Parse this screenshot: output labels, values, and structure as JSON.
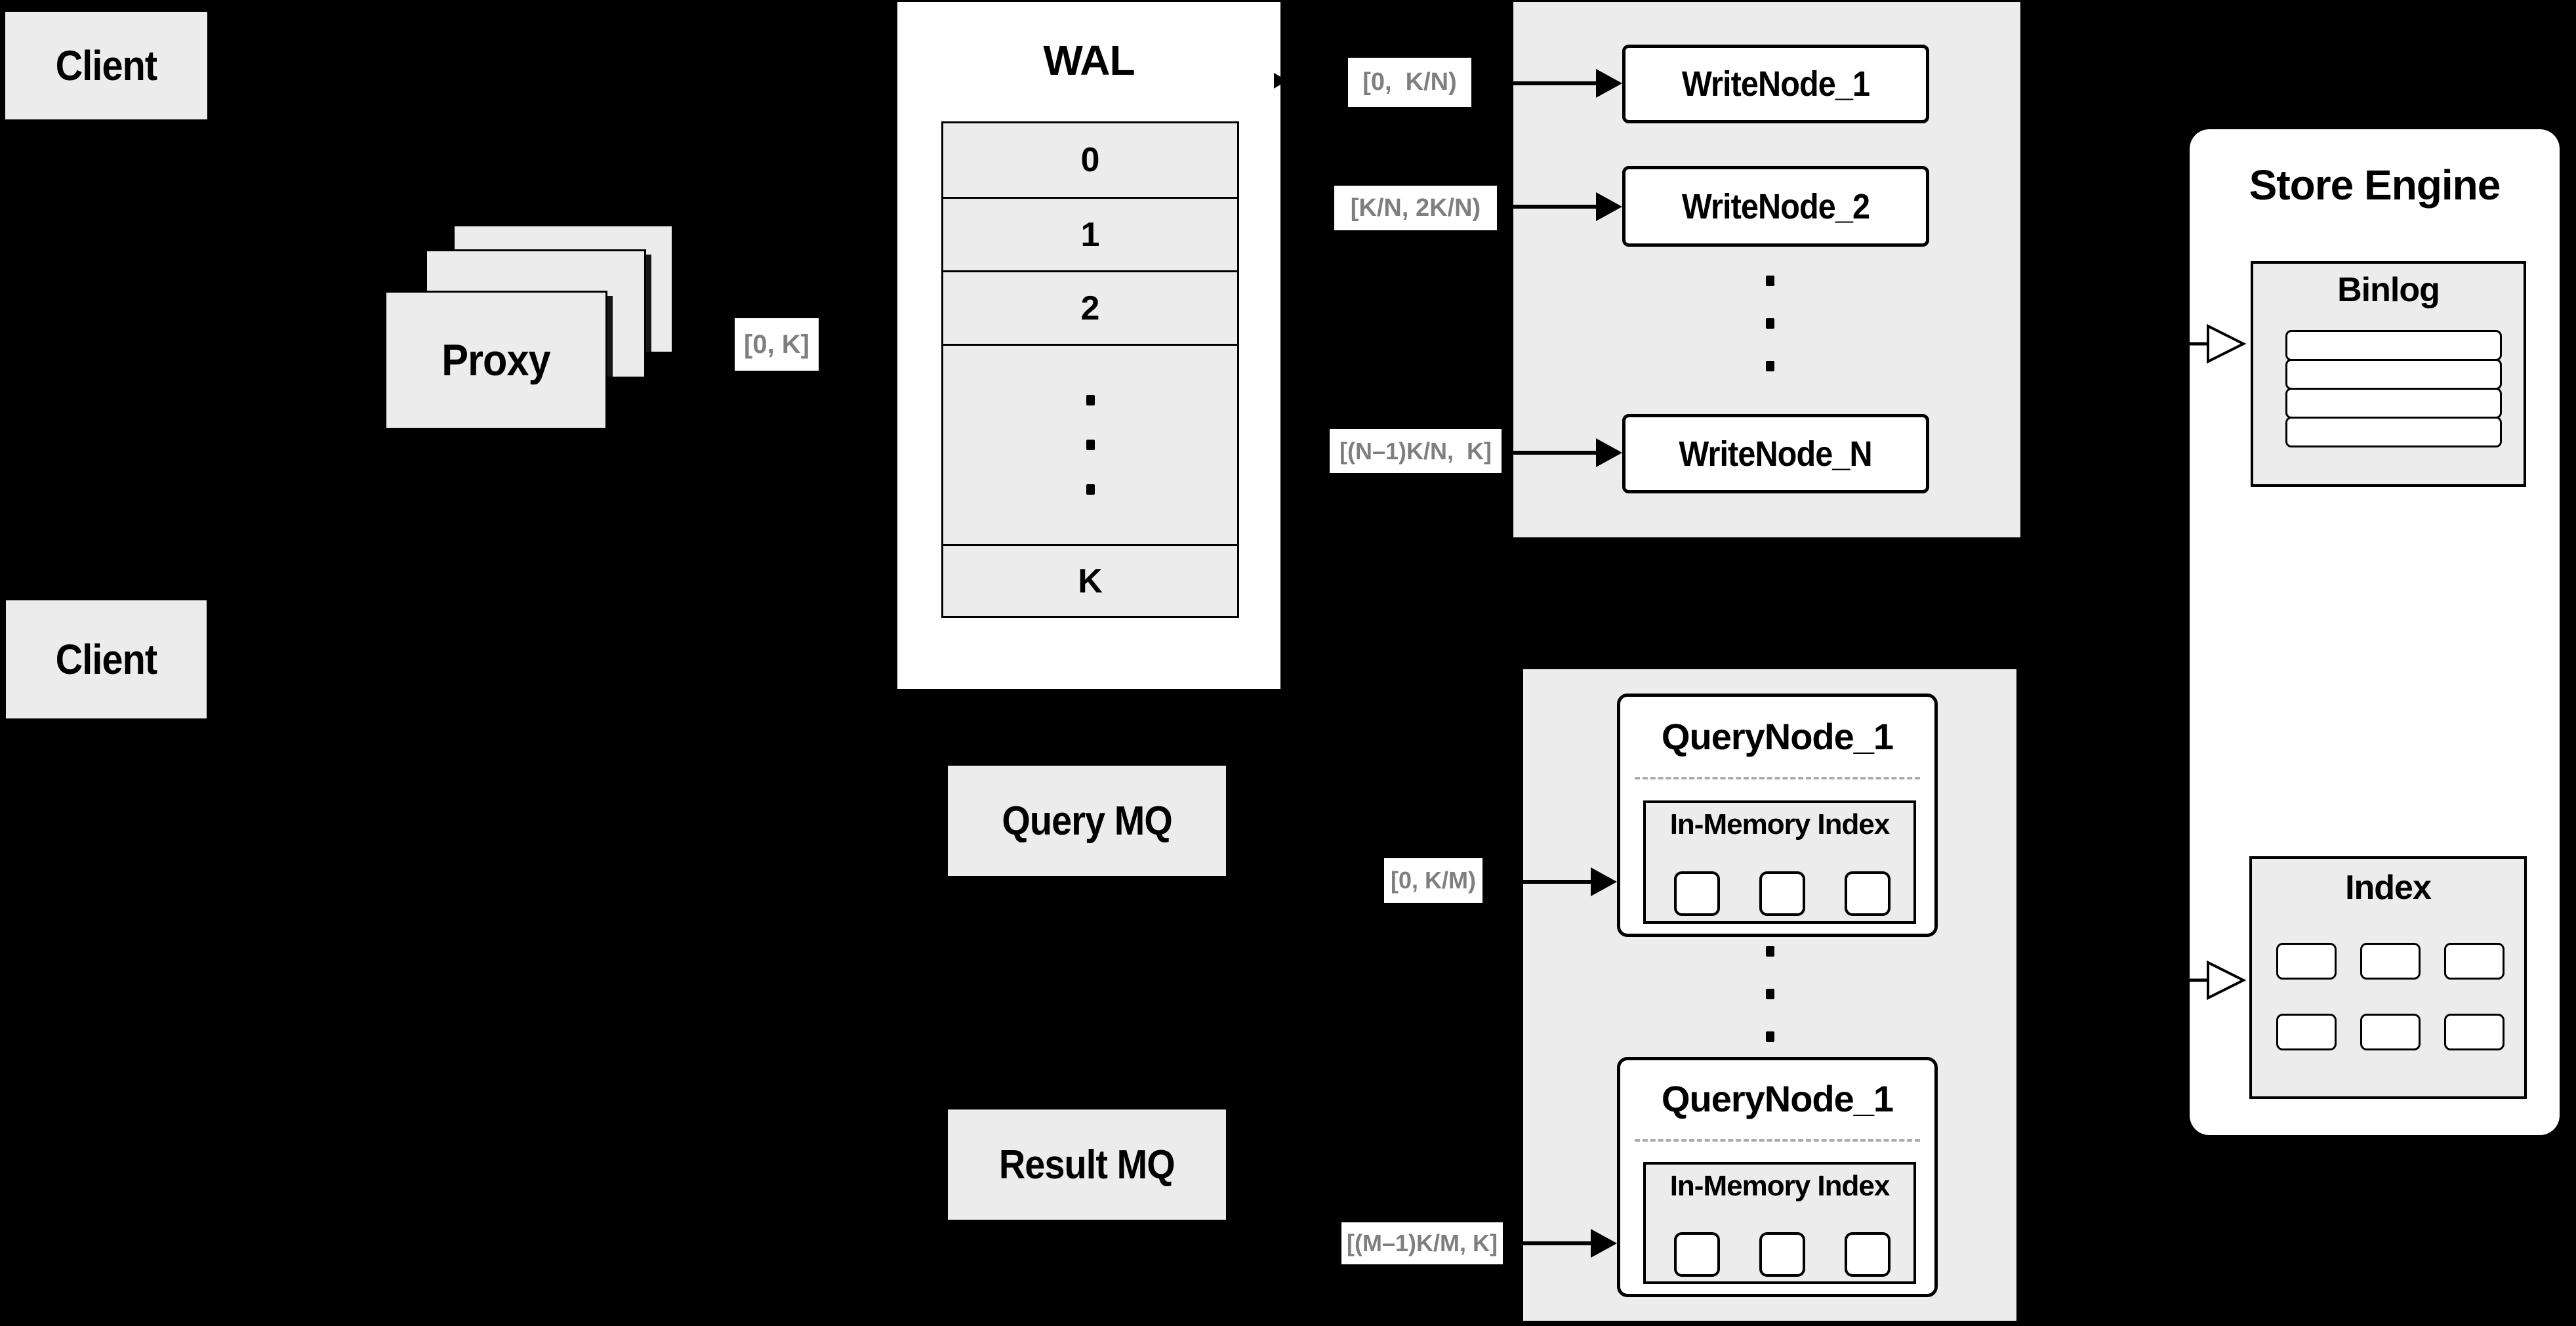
{
  "clients": {
    "top_label": "Client",
    "bottom_label": "Client"
  },
  "proxy": {
    "label": "Proxy"
  },
  "ranges": {
    "proxy_out": "[0, K]",
    "write_1": "[0,  K/N)",
    "write_2": "[K/N, 2K/N)",
    "write_n": "[(N–1)K/N,  K]",
    "query_1": "[0, K/M)",
    "query_m": "[(M–1)K/M, K]"
  },
  "wal": {
    "title": "WAL",
    "rows": [
      "0",
      "1",
      "2",
      "K"
    ]
  },
  "write_nodes": {
    "node_1": "WriteNode_1",
    "node_2": "WriteNode_2",
    "node_n": "WriteNode_N"
  },
  "mq": {
    "query_label": "Query MQ",
    "result_label": "Result MQ"
  },
  "query_nodes": {
    "node_a": {
      "title": "QueryNode_1",
      "index_title": "In-Memory Index"
    },
    "node_b": {
      "title": "QueryNode_1",
      "index_title": "In-Memory Index"
    }
  },
  "store_engine": {
    "title": "Store Engine",
    "binlog": {
      "title": "Binlog"
    },
    "index": {
      "title": "Index"
    }
  },
  "colors": {
    "background": "#000000",
    "panel_gray": "#ececec",
    "node_white": "#ffffff",
    "line_black": "#000000",
    "range_text_gray": "#7f7f7f",
    "dash_gray": "#ababab"
  }
}
